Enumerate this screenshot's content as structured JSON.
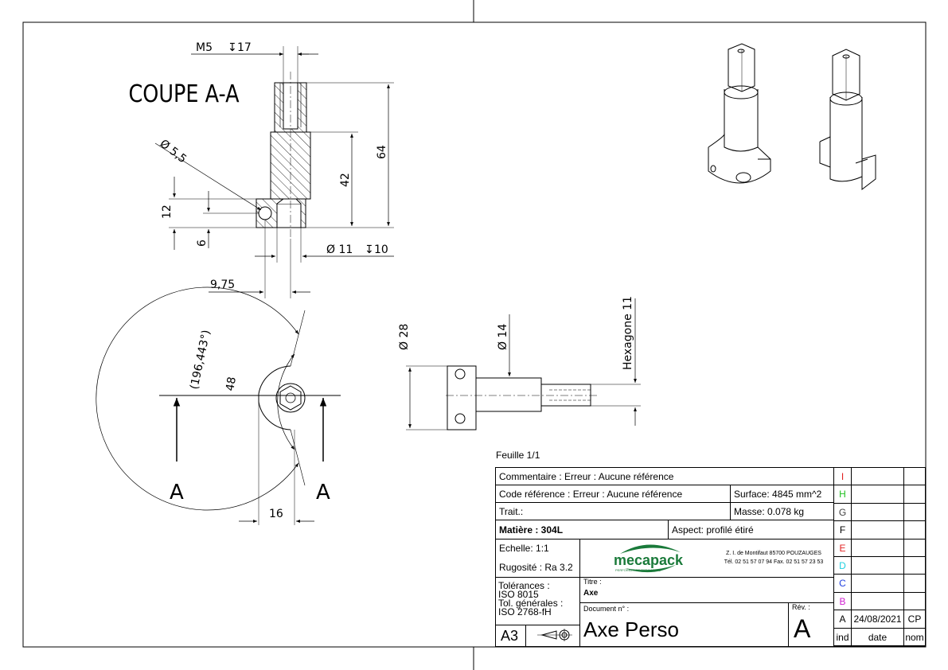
{
  "view": {
    "section_title": "COUPE A-A",
    "thread_label": "M5",
    "thread_depth": "17",
    "dia_55": "Ø 5,5",
    "dim_12": "12",
    "dim_6": "6",
    "dim_42": "42",
    "dim_64": "64",
    "bore_label": "Ø  11",
    "bore_depth": "10",
    "dim_975": "9,75",
    "angle_label": "(196,443°)",
    "dim_48": "48",
    "dim_16": "16",
    "section_mark_left": "A",
    "section_mark_right": "A",
    "dia_28": "Ø 28",
    "dia_14": "Ø 14",
    "hexagone": "Hexagone 11"
  },
  "sheet": {
    "feuille": "Feuille 1/1",
    "commentaire": "Commentaire :  Erreur : Aucune référence",
    "code_ref": "Code référence :  Erreur : Aucune référence",
    "surface": "Surface: 4845 mm^2",
    "trait": "Trait.:",
    "masse": "Masse: 0.078 kg",
    "matiere": "Matière : 304L",
    "aspect": "Aspect: profilé étiré",
    "echelle": "Echelle: 1:1",
    "rugosite": "Rugosité : Ra 3.2",
    "tolerances_1": "Tolérances :",
    "tolerances_2": "ISO 8015",
    "tolgen_1": "Tol. générales :",
    "tolgen_2": "ISO 2768-fH",
    "format": "A3",
    "logo_text": "mecapack",
    "logo_tagline": "PERFORMANCE PAR NATURE",
    "address_1": "Z. I. de Montifaut 85700 POUZAUGES",
    "address_2": "Tél. 02 51 57 07 94 Fax. 02 51 57 23 53",
    "titre_label": "Titre :",
    "titre_value": "Axe",
    "doc_label": "Document n° :",
    "doc_value": "Axe Perso",
    "rev_label": "Rév. :",
    "rev_value": "A",
    "rev_letters": [
      "I",
      "H",
      "G",
      "F",
      "E",
      "D",
      "C",
      "B",
      "A"
    ],
    "rev_colors": [
      "#e02020",
      "#20c020",
      "#404040",
      "#000000",
      "#e02020",
      "#20d0e0",
      "#2040e0",
      "#d020d0",
      "#000000"
    ],
    "rev_row_a_date": "24/08/2021",
    "rev_row_a_by": "CP",
    "col_ind": "ind",
    "col_date": "date",
    "col_nom": "nom"
  }
}
